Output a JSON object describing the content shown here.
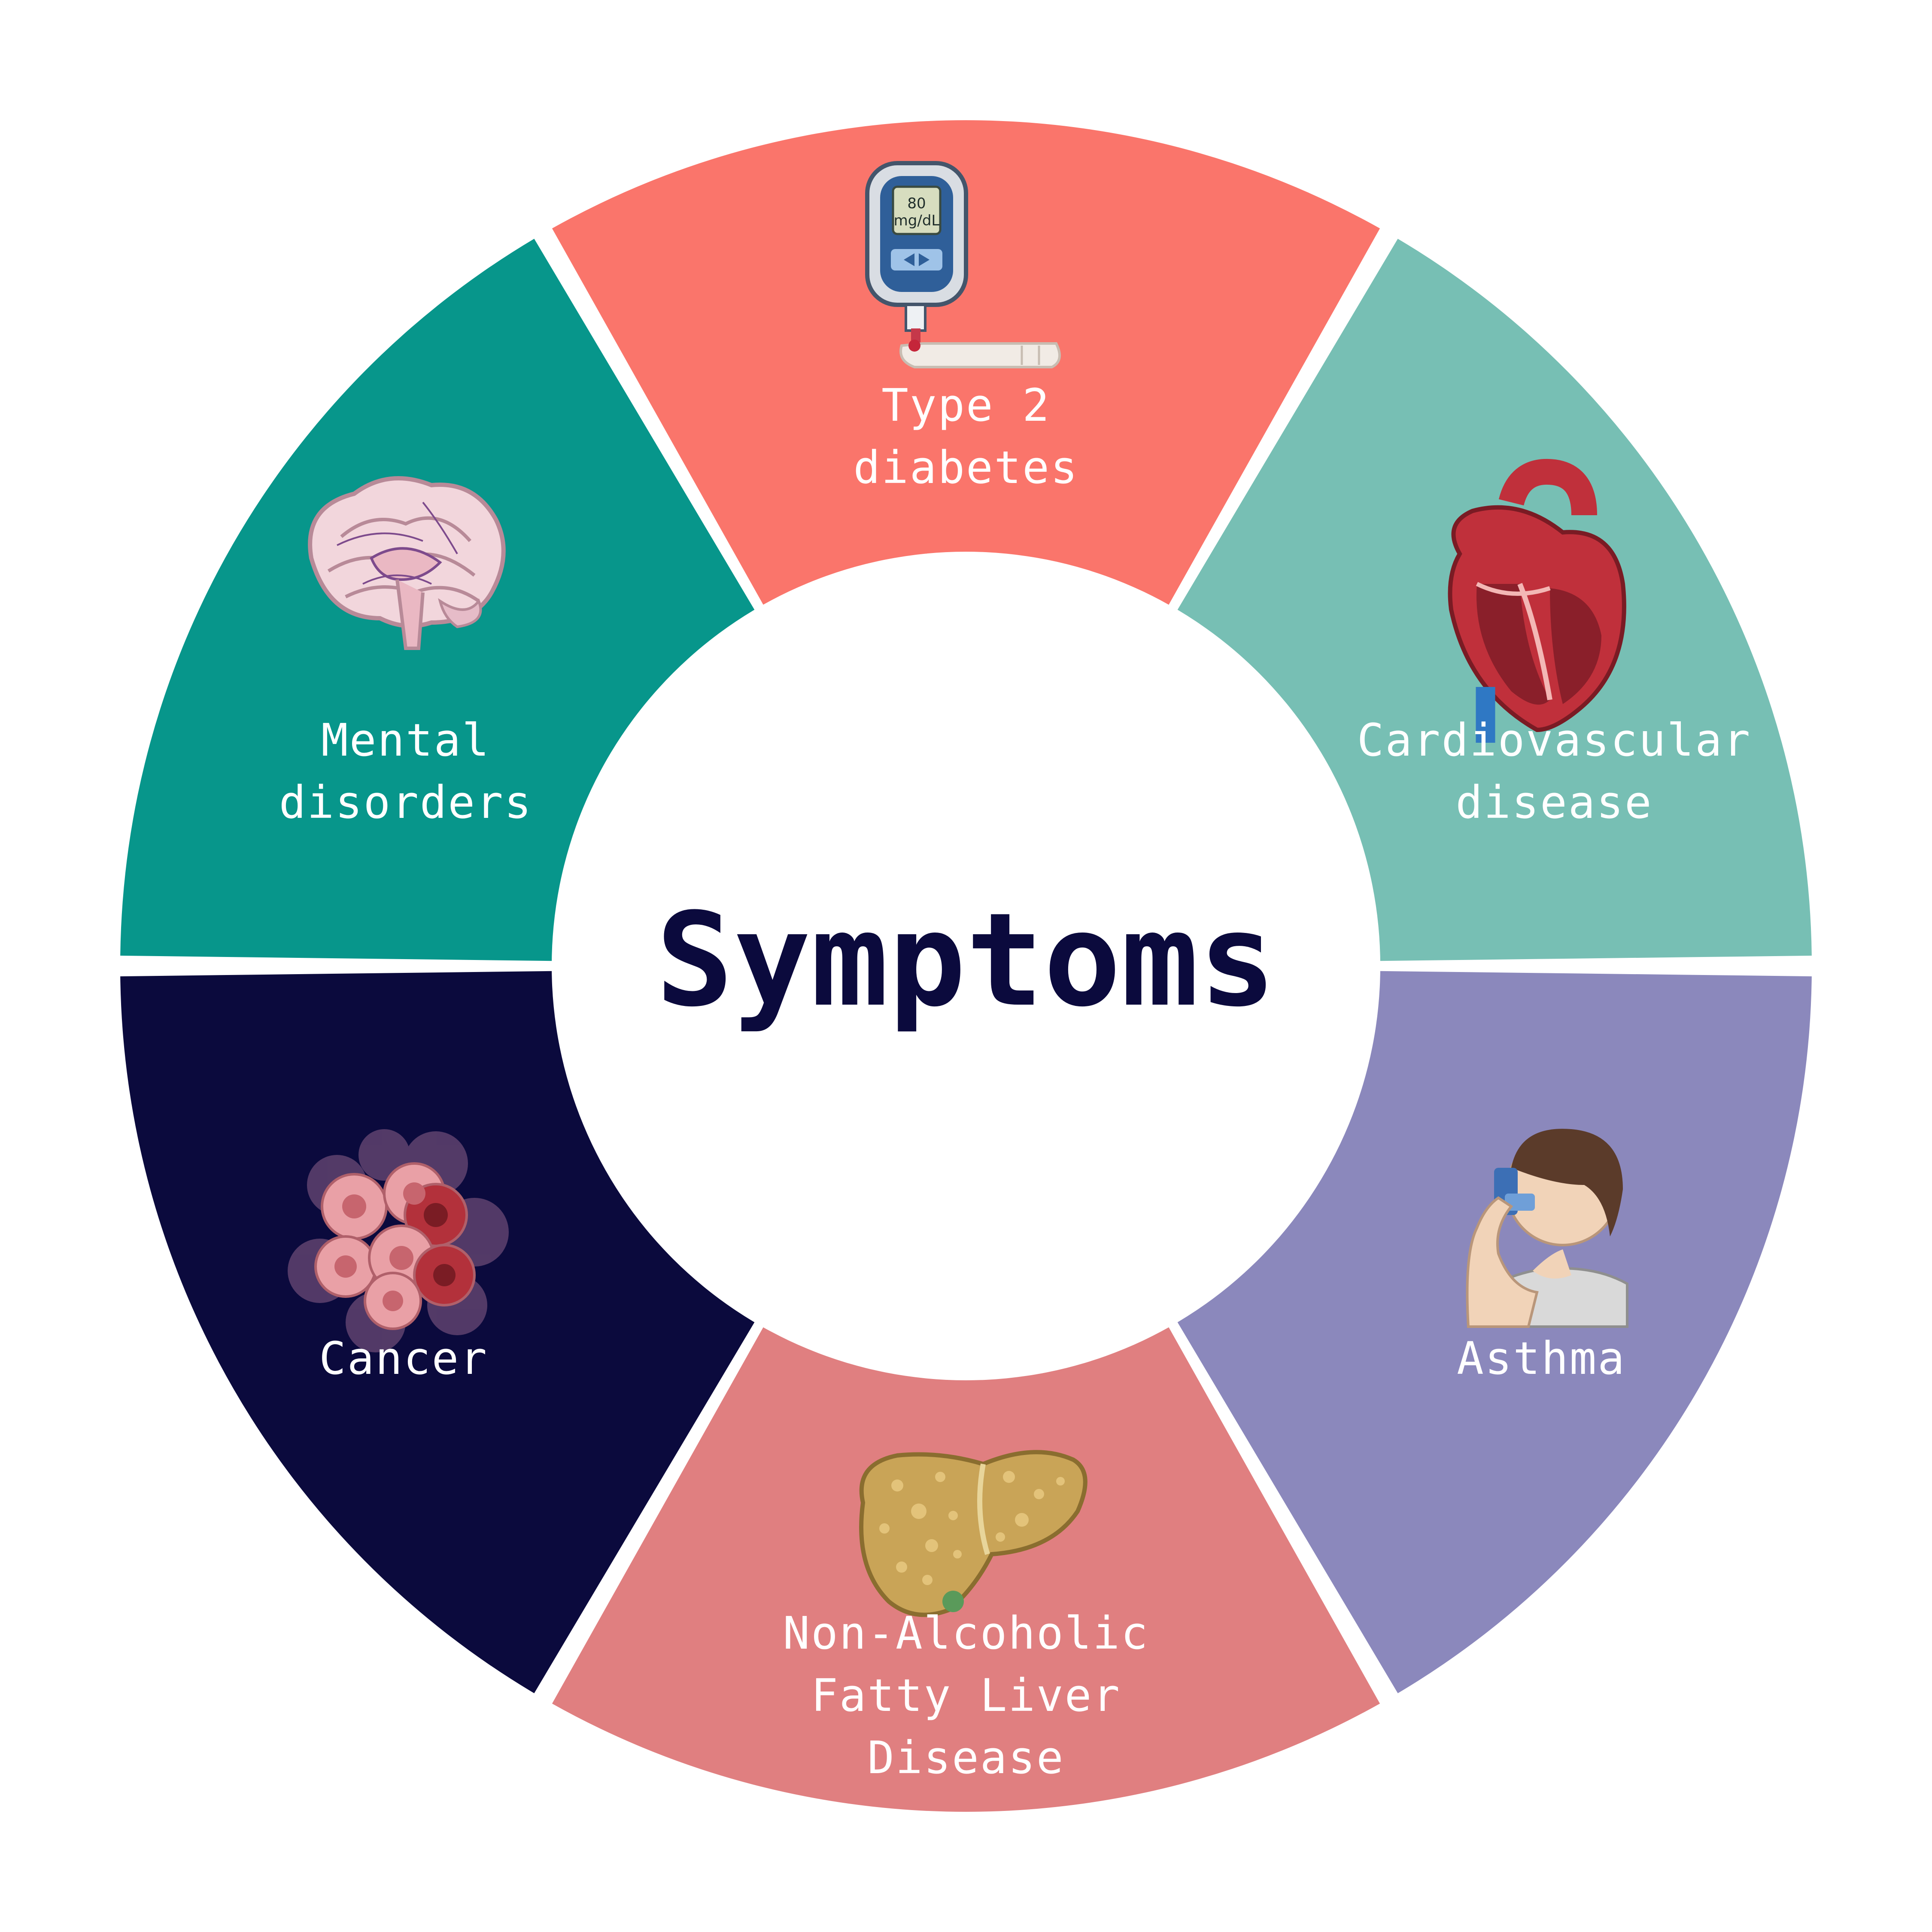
{
  "title": "Symptoms",
  "segments": [
    {
      "id": "type2",
      "lines": [
        "Type 2",
        "diabetes"
      ],
      "color": "#fa756b",
      "icon": "glucose-meter-icon"
    },
    {
      "id": "cardio",
      "lines": [
        "Cardiovascular",
        "disease"
      ],
      "color": "#77bfb4",
      "icon": "heart-icon"
    },
    {
      "id": "asthma",
      "lines": [
        "Asthma"
      ],
      "color": "#8b88bc",
      "icon": "inhaler-person-icon"
    },
    {
      "id": "nafld",
      "lines": [
        "Non-Alcoholic",
        "Fatty Liver",
        "Disease"
      ],
      "color": "#e07f80",
      "icon": "liver-icon"
    },
    {
      "id": "cancer",
      "lines": [
        "Cancer"
      ],
      "color": "#0b0a3d",
      "icon": "cancer-cells-icon"
    },
    {
      "id": "mental",
      "lines": [
        "Mental",
        "disorders"
      ],
      "color": "#07968b",
      "icon": "brain-icon"
    }
  ],
  "meter": {
    "value": "80",
    "unit": "mg/dL"
  }
}
